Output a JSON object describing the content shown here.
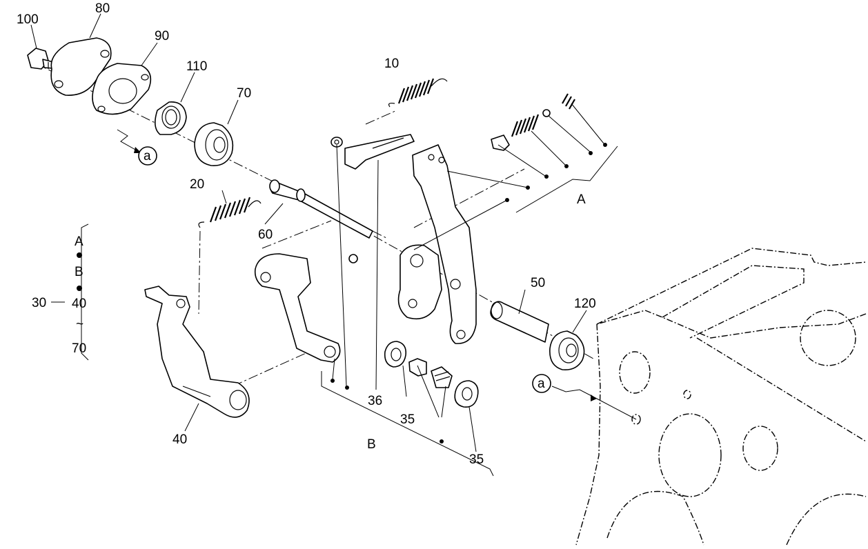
{
  "labels": {
    "p100": "100",
    "p80": "80",
    "p90": "90",
    "p110": "110",
    "p70": "70",
    "p10": "10",
    "p20": "20",
    "p60": "60",
    "p36": "36",
    "p35a": "35",
    "p35b": "35",
    "p40": "40",
    "p50": "50",
    "p120": "120",
    "groupA": "A",
    "groupB": "B",
    "refA1": "a",
    "refA2": "a"
  },
  "legend": {
    "number": "30",
    "items": [
      "A",
      "B",
      "40",
      "70"
    ],
    "range_mark": "~"
  }
}
